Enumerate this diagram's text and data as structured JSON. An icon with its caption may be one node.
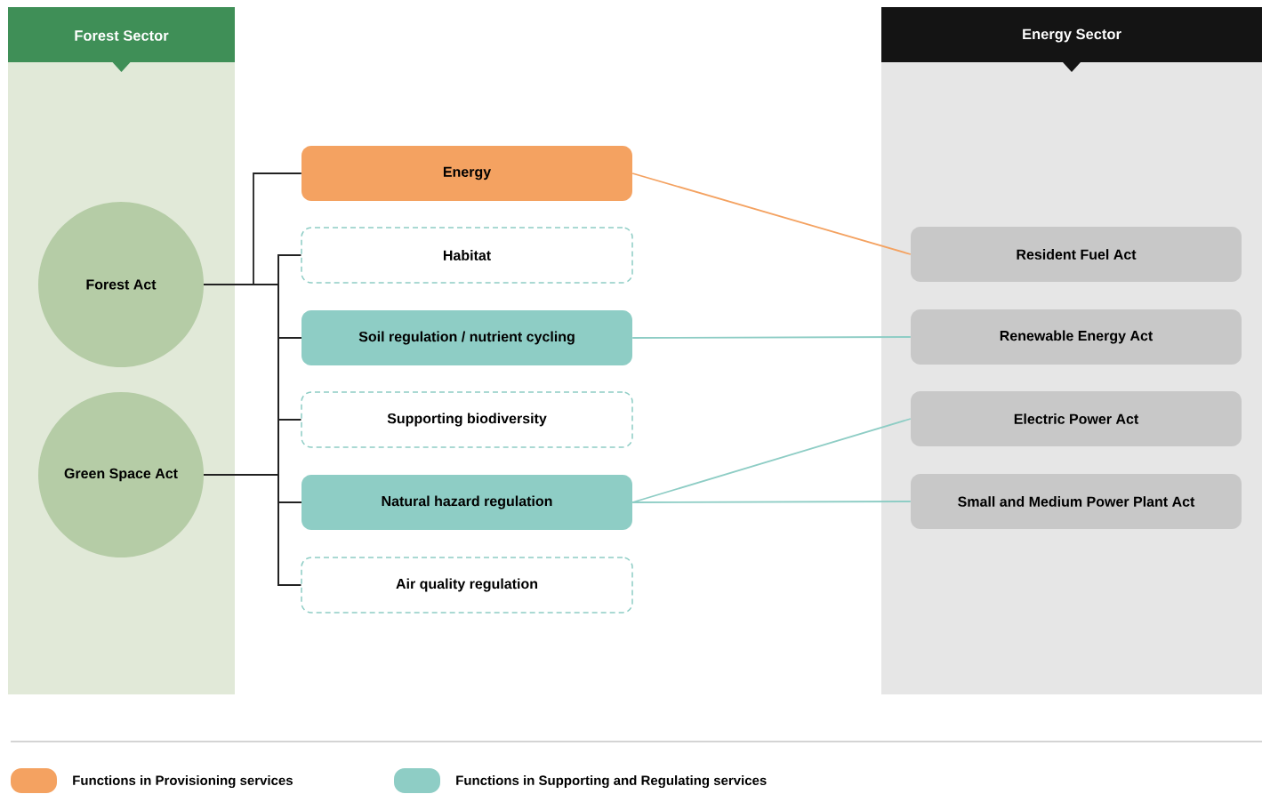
{
  "diagram": {
    "nodes": [
      {
        "text": [
          "Forest Sector"
        ]
      },
      {
        "text": [
          "Energy Sector"
        ]
      },
      {
        "text": [
          "Forest Act"
        ],
        "in": 0
      },
      {
        "text": [
          "Green Space Act"
        ],
        "in": 0
      },
      {
        "text": [
          "Energy"
        ]
      },
      {
        "text": [
          "Habitat"
        ]
      },
      {
        "text": [
          "Soil regulation / nutrient cycling"
        ]
      },
      {
        "text": [
          "Supporting biodiversity"
        ]
      },
      {
        "text": [
          "Natural hazard regulation"
        ]
      },
      {
        "text": [
          "Air quality regulation"
        ]
      },
      {
        "text": [
          "Resident Fuel Act"
        ],
        "in": 1
      },
      {
        "text": [
          "Renewable Energy Act"
        ],
        "in": 1
      },
      {
        "text": [
          "Electric Power Act"
        ],
        "in": 1
      },
      {
        "text": [
          "Small and Medium Power Plant Act"
        ],
        "in": 1
      }
    ],
    "edges": [
      {
        "from": 2,
        "to": 4,
        "arrow": "none"
      },
      {
        "from": 2,
        "to": 5,
        "arrow": "none"
      },
      {
        "from": 2,
        "to": 6,
        "arrow": "none"
      },
      {
        "from": 2,
        "to": 7,
        "arrow": "none"
      },
      {
        "from": 2,
        "to": 8,
        "arrow": "none"
      },
      {
        "from": 2,
        "to": 9,
        "arrow": "none"
      },
      {
        "from": 3,
        "to": 5,
        "arrow": "none"
      },
      {
        "from": 3,
        "to": 6,
        "arrow": "none"
      },
      {
        "from": 3,
        "to": 7,
        "arrow": "none"
      },
      {
        "from": 3,
        "to": 8,
        "arrow": "none"
      },
      {
        "from": 3,
        "to": 9,
        "arrow": "none"
      },
      {
        "from": 4,
        "to": 10,
        "arrow": "none",
        "color": "#f4a261"
      },
      {
        "from": 6,
        "to": 11,
        "arrow": "none",
        "color": "#8ecdc5"
      },
      {
        "from": 8,
        "to": 12,
        "arrow": "none",
        "color": "#8ecdc5"
      },
      {
        "from": 8,
        "to": 13,
        "arrow": "none",
        "color": "#8ecdc5"
      }
    ],
    "legend": [
      {
        "text": "Functions in Provisioning services",
        "color": "#f4a261"
      },
      {
        "text": "Functions in Supporting and Regulating services",
        "color": "#8ecdc5"
      }
    ]
  }
}
